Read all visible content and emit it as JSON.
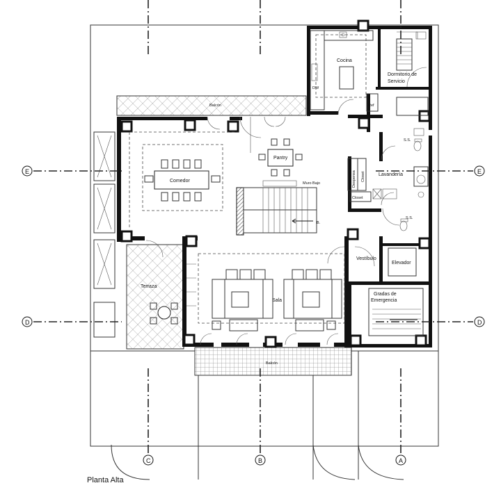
{
  "rooms": {
    "cocina": "Cocina",
    "dormitorio_line1": "Dormitorio de",
    "dormitorio_line2": "Servicio",
    "balcon_top": "Balcón",
    "balcon_bottom": "Balcón",
    "comedor": "Comedor",
    "pantry": "Pantry",
    "muro_bajo": "Muro Bajo",
    "lavanderia": "Lavandería",
    "ss_upper": "S.S.",
    "ss_lower": "S.S.",
    "despensa": "Despensa",
    "closet_vertical": "Closet",
    "closet_horizontal": "Closet",
    "ref": "Ref",
    "dw": "DW",
    "vestibulo": "Vestíbulo",
    "elevador": "Elevador",
    "gradas_line1": "Gradas de",
    "gradas_line2": "Emergencia",
    "sala": "Sala",
    "terraza": "Terraza",
    "stair_mark": "B."
  },
  "axes": {
    "e_left": "E",
    "e_right": "E",
    "d_left": "D",
    "d_right": "D",
    "c": "C",
    "b": "B",
    "a": "A"
  },
  "title": "Planta Alta"
}
